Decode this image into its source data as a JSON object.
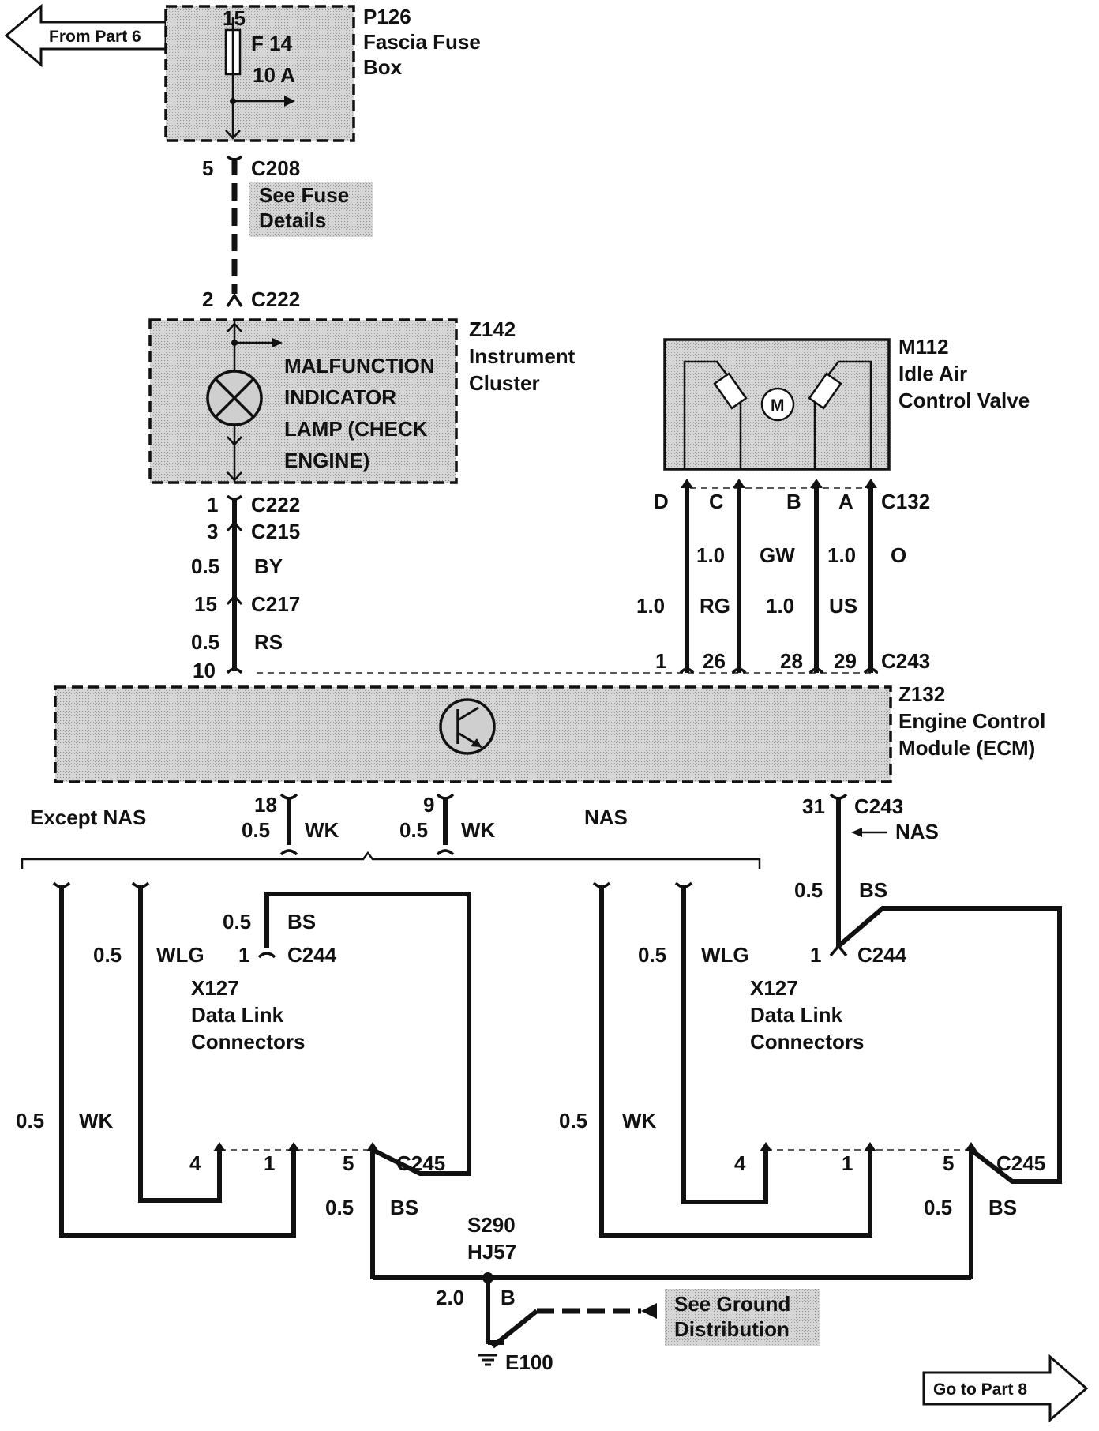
{
  "nav": {
    "from_part": "From Part  6",
    "go_to_part": "Go to Part  8"
  },
  "fuse_box": {
    "code": "P126",
    "name_line1": "Fascia Fuse",
    "name_line2": "Box",
    "pin": "15",
    "fuse": "F 14",
    "rating": "10 A"
  },
  "c208": {
    "pin": "5",
    "connector": "C208",
    "note_line1": "See Fuse",
    "note_line2": "Details"
  },
  "c222_top": {
    "pin": "2",
    "connector": "C222"
  },
  "cluster": {
    "code": "Z142",
    "name_line1": "Instrument",
    "name_line2": "Cluster",
    "lamp_line1": "MALFUNCTION",
    "lamp_line2": "INDICATOR",
    "lamp_line3": "LAMP (CHECK",
    "lamp_line4": "ENGINE)"
  },
  "left_run": {
    "c222_pin": "1",
    "c222": "C222",
    "c215_pin": "3",
    "c215": "C215",
    "size1": "0.5",
    "color1": "BY",
    "c217_pin": "15",
    "c217": "C217",
    "size2": "0.5",
    "color2": "RS",
    "ecm_pin": "10"
  },
  "iacv": {
    "code": "M112",
    "name_line1": "Idle Air",
    "name_line2": "Control Valve",
    "motor": "M",
    "pin_d": "D",
    "pin_c": "C",
    "pin_b": "B",
    "pin_a": "A",
    "connector": "C132",
    "c_size": "1.0",
    "b_color": "GW",
    "a_size": "1.0",
    "a_color": "O",
    "d_size": "1.0",
    "c_color": "RG",
    "b_size": "1.0",
    "a2_color": "US",
    "ecm_pin_d": "1",
    "ecm_pin_c": "26",
    "ecm_pin_b": "28",
    "ecm_pin_a": "29",
    "ecm_connector": "C243"
  },
  "ecm": {
    "code": "Z132",
    "name_line1": "Engine Control",
    "name_line2": "Module (ECM)"
  },
  "ecm_outputs": {
    "except_nas": "Except NAS",
    "nas": "NAS",
    "pin18": "18",
    "size18": "0.5",
    "color18": "WK",
    "pin9": "9",
    "size9": "0.5",
    "color9": "WK",
    "pin31": "31",
    "c243": "C243",
    "nas_arrow": "NAS",
    "size31": "0.5",
    "color31": "BS"
  },
  "dlc_left": {
    "bs_size": "0.5",
    "bs_color": "BS",
    "wlg_size": "0.5",
    "wlg_color": "WLG",
    "c244_pin": "1",
    "c244": "C244",
    "code": "X127",
    "name_line1": "Data Link",
    "name_line2": "Connectors",
    "wk_size": "0.5",
    "wk_color": "WK",
    "pin4": "4",
    "pin1": "1",
    "pin5": "5",
    "c245": "C245",
    "out_size": "0.5",
    "out_color": "BS"
  },
  "dlc_right": {
    "wlg_size": "0.5",
    "wlg_color": "WLG",
    "c244_pin": "1",
    "c244": "C244",
    "code": "X127",
    "name_line1": "Data Link",
    "name_line2": "Connectors",
    "wk_size": "0.5",
    "wk_color": "WK",
    "pin4": "4",
    "pin1": "1",
    "pin5": "5",
    "c245": "C245",
    "out_size": "0.5",
    "out_color": "BS"
  },
  "ground": {
    "splice": "S290",
    "splice_code": "HJ57",
    "size": "2.0",
    "color": "B",
    "note_line1": "See Ground",
    "note_line2": "Distribution",
    "ground_code": "E100"
  }
}
